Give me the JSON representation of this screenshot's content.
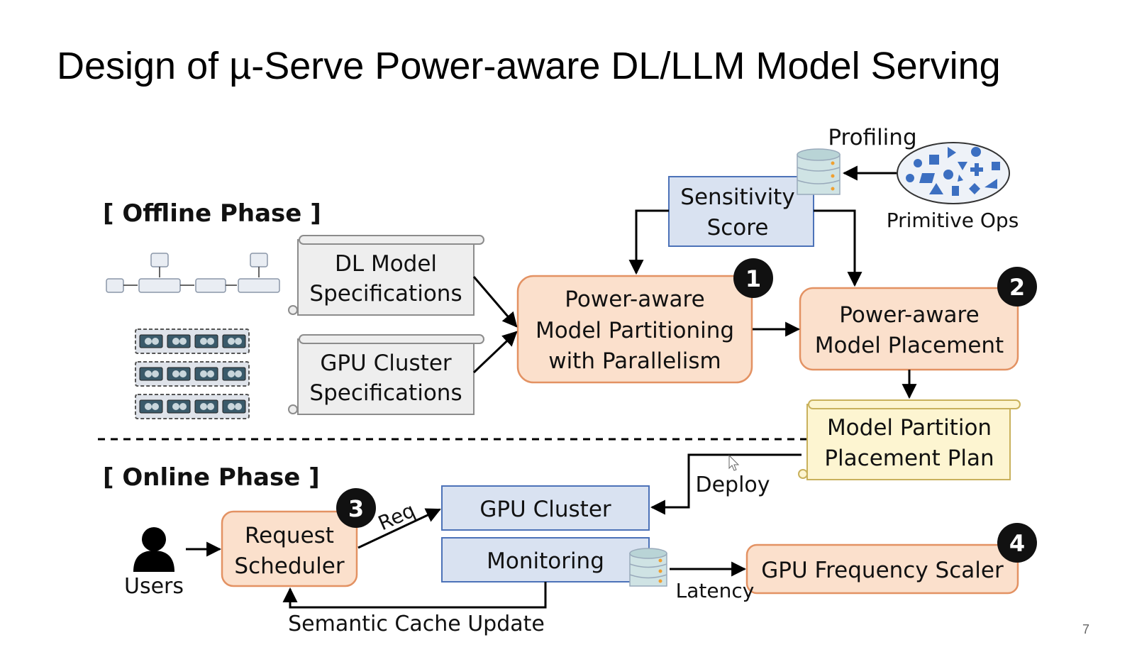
{
  "title": "Design of µ-Serve Power-aware DL/LLM Model Serving",
  "page_number": "7",
  "colors": {
    "orange_fill": "#fbe0cc",
    "orange_stroke": "#e39263",
    "blue_fill": "#d9e2f1",
    "blue_stroke": "#4c72b8",
    "yellow_fill": "#fdf5d1",
    "yellow_stroke": "#c9b15c",
    "gray_fill": "#eeeeee",
    "gray_stroke": "#8c8c8c",
    "badge": "#111111"
  },
  "sections": {
    "offline": "[ Offline Phase ]",
    "online": "[ Online Phase ]"
  },
  "nodes": {
    "dl_model_spec": [
      "DL Model",
      "Specifications"
    ],
    "gpu_cluster_spec": [
      "GPU Cluster",
      "Specifications"
    ],
    "sensitivity_score": [
      "Sensitivity",
      "Score"
    ],
    "partitioning": [
      "Power-aware",
      "Model Partitioning",
      "with Parallelism"
    ],
    "placement": [
      "Power-aware",
      "Model Placement"
    ],
    "plan": [
      "Model Partition",
      "Placement Plan"
    ],
    "request_scheduler": [
      "Request",
      "Scheduler"
    ],
    "gpu_cluster": "GPU Cluster",
    "monitoring": "Monitoring",
    "freq_scaler": "GPU Frequency Scaler"
  },
  "labels": {
    "profiling": "Profiling",
    "primitive_ops": "Primitive Ops",
    "users": "Users",
    "req": "Req",
    "deploy": "Deploy",
    "latency": "Latency",
    "semantic_cache": "Semantic Cache Update"
  },
  "badges": [
    "1",
    "2",
    "3",
    "4"
  ],
  "icons": [
    "database-icon",
    "primitive-ops-cloud-icon",
    "gpu-card-icon",
    "user-icon",
    "model-graph-icon",
    "mouse-cursor-icon"
  ]
}
